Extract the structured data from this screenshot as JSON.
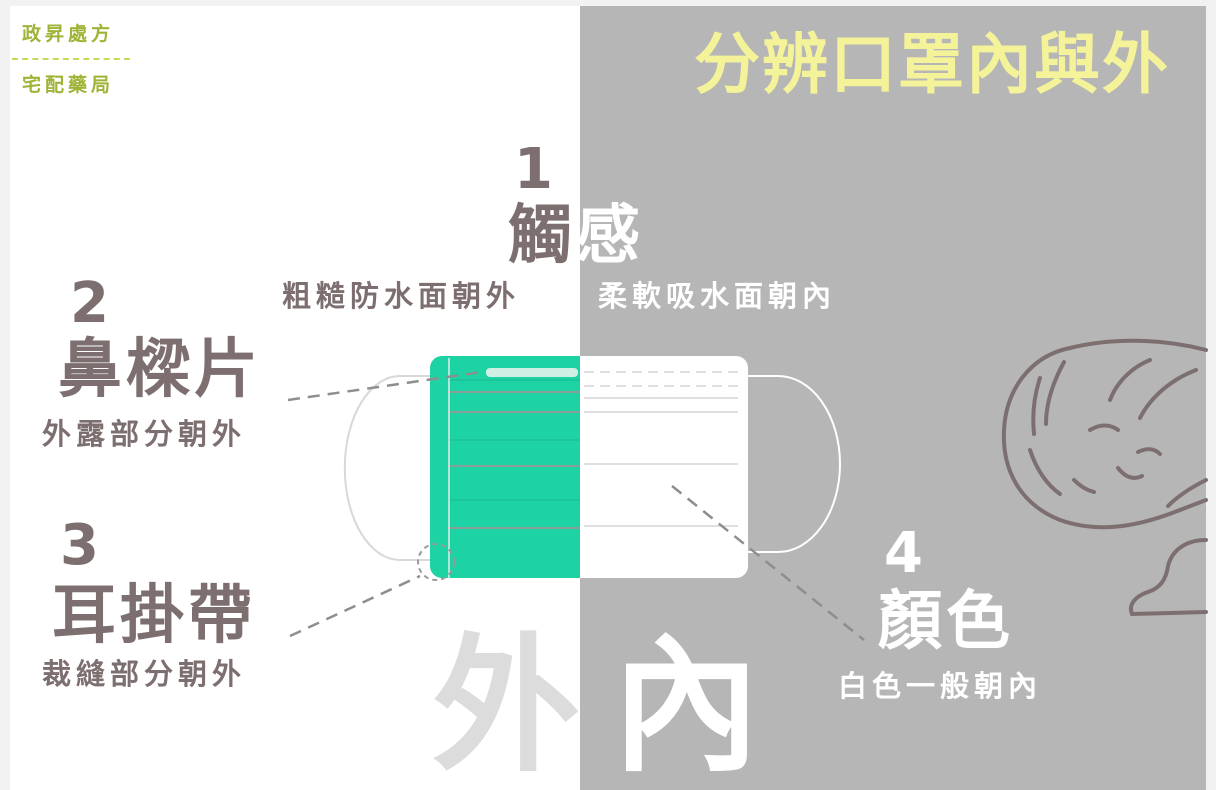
{
  "brand": {
    "line1": "政昇處方",
    "line2": "宅配藥局"
  },
  "title": "分辨口罩內與外",
  "points": [
    {
      "number": "1",
      "heading": "觸感",
      "outside_note": "粗糙防水面朝外",
      "inside_note": "柔軟吸水面朝內"
    },
    {
      "number": "2",
      "heading": "鼻樑片",
      "note": "外露部分朝外"
    },
    {
      "number": "3",
      "heading": "耳掛帶",
      "note": "裁縫部分朝外"
    },
    {
      "number": "4",
      "heading": "顏色",
      "note": "白色一般朝內"
    }
  ],
  "sides": {
    "outside": "外",
    "inside": "內"
  },
  "colors": {
    "mask_outer": "#1dd3a4",
    "mask_inner": "#ffffff",
    "text_dark": "#7d6f70",
    "title": "#f4f39a",
    "brand": "#9fb437",
    "background_right": "#b6b6b6"
  }
}
